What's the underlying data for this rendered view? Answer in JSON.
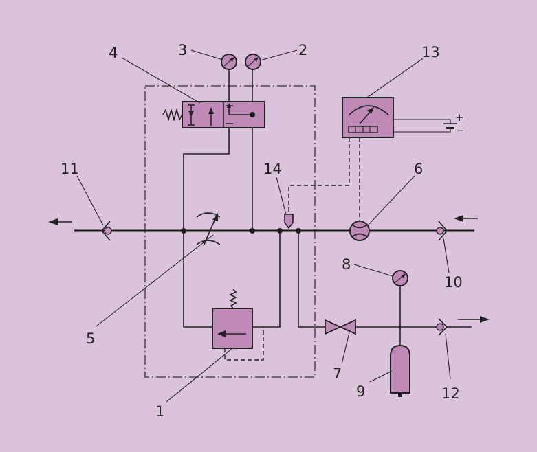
{
  "diagram": {
    "labels": {
      "l1": "1",
      "l2": "2",
      "l3": "3",
      "l4": "4",
      "l5": "5",
      "l6": "6",
      "l7": "7",
      "l8": "8",
      "l9": "9",
      "l10": "10",
      "l11": "11",
      "l12": "12",
      "l13": "13",
      "l14": "14"
    },
    "battery": {
      "plus": "+",
      "minus": "−"
    },
    "colors": {
      "background": "#dcc3dc",
      "box": "#ede3ee",
      "component": "#c08ab8"
    }
  }
}
